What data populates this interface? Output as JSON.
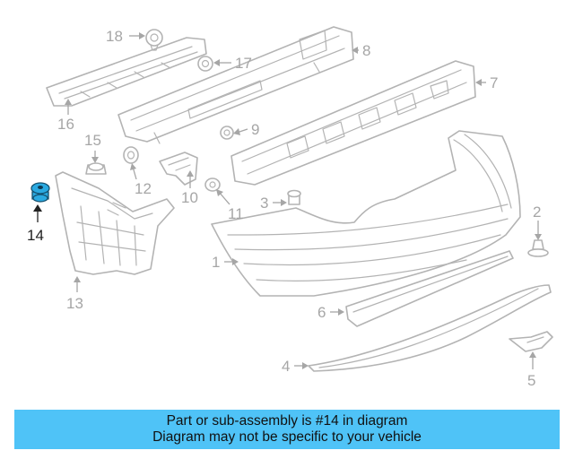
{
  "callouts": {
    "c1": "1",
    "c2": "2",
    "c3": "3",
    "c4": "4",
    "c5": "5",
    "c6": "6",
    "c7": "7",
    "c8": "8",
    "c9": "9",
    "c10": "10",
    "c11": "11",
    "c12": "12",
    "c13": "13",
    "c14": "14",
    "c15": "15",
    "c16": "16",
    "c17": "17",
    "c18": "18"
  },
  "highlighted_part": "14",
  "highlight_color": "#2aa9e0",
  "banner": {
    "line1": "Part or sub-assembly is #14 in diagram",
    "line2": "Diagram may not be specific to your vehicle",
    "background": "#4fc3f7"
  }
}
